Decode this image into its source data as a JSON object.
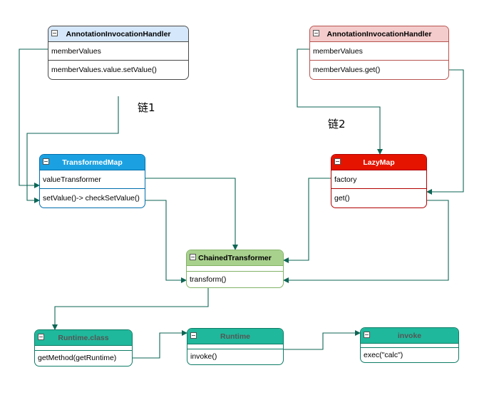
{
  "nodes": [
    {
      "id": "aih1",
      "title": "AnnotationInvocationHandler",
      "attribute": "memberValues",
      "method": "memberValues.value.setValue()",
      "color": "#d5e8fb",
      "title_color": "#000000",
      "border": "#4a4a4a"
    },
    {
      "id": "aih2",
      "title": "AnnotationInvocationHandler",
      "attribute": "memberValues",
      "method": "memberValues.get()",
      "color": "#f4cccc",
      "title_color": "#000000",
      "border": "#b85450"
    },
    {
      "id": "transformedmap",
      "title": "TransformedMap",
      "attribute": "valueTransformer",
      "method": "setValue()-> checkSetValue()",
      "color": "#1ba1e2",
      "title_color": "#ffffff",
      "border": "#006eaf"
    },
    {
      "id": "lazymap",
      "title": "LazyMap",
      "attribute": "factory",
      "method": "get()",
      "color": "#e51400",
      "title_color": "#ffffff",
      "border": "#b20000"
    },
    {
      "id": "chained",
      "title": "ChainedTransformer",
      "attribute": "",
      "method": "transform()",
      "color": "#a9d18e",
      "title_color": "#000000",
      "border": "#82b366"
    },
    {
      "id": "runtimeclass",
      "title": "Runtime.class",
      "attribute": "",
      "method": "getMethod(getRuntime)",
      "color": "#20b89c",
      "title_color": "#555555",
      "border": "#0e7c66"
    },
    {
      "id": "runtime",
      "title": "Runtime",
      "attribute": "",
      "method": "invoke()",
      "color": "#20b89c",
      "title_color": "#555555",
      "border": "#0e7c66"
    },
    {
      "id": "invoke",
      "title": "invoke",
      "attribute": "",
      "method": "exec(\"calc\")",
      "color": "#20b89c",
      "title_color": "#555555",
      "border": "#0e7c66"
    }
  ],
  "labels": {
    "chain1": "链1",
    "chain2": "链2"
  },
  "edge_color": "#0e6655"
}
